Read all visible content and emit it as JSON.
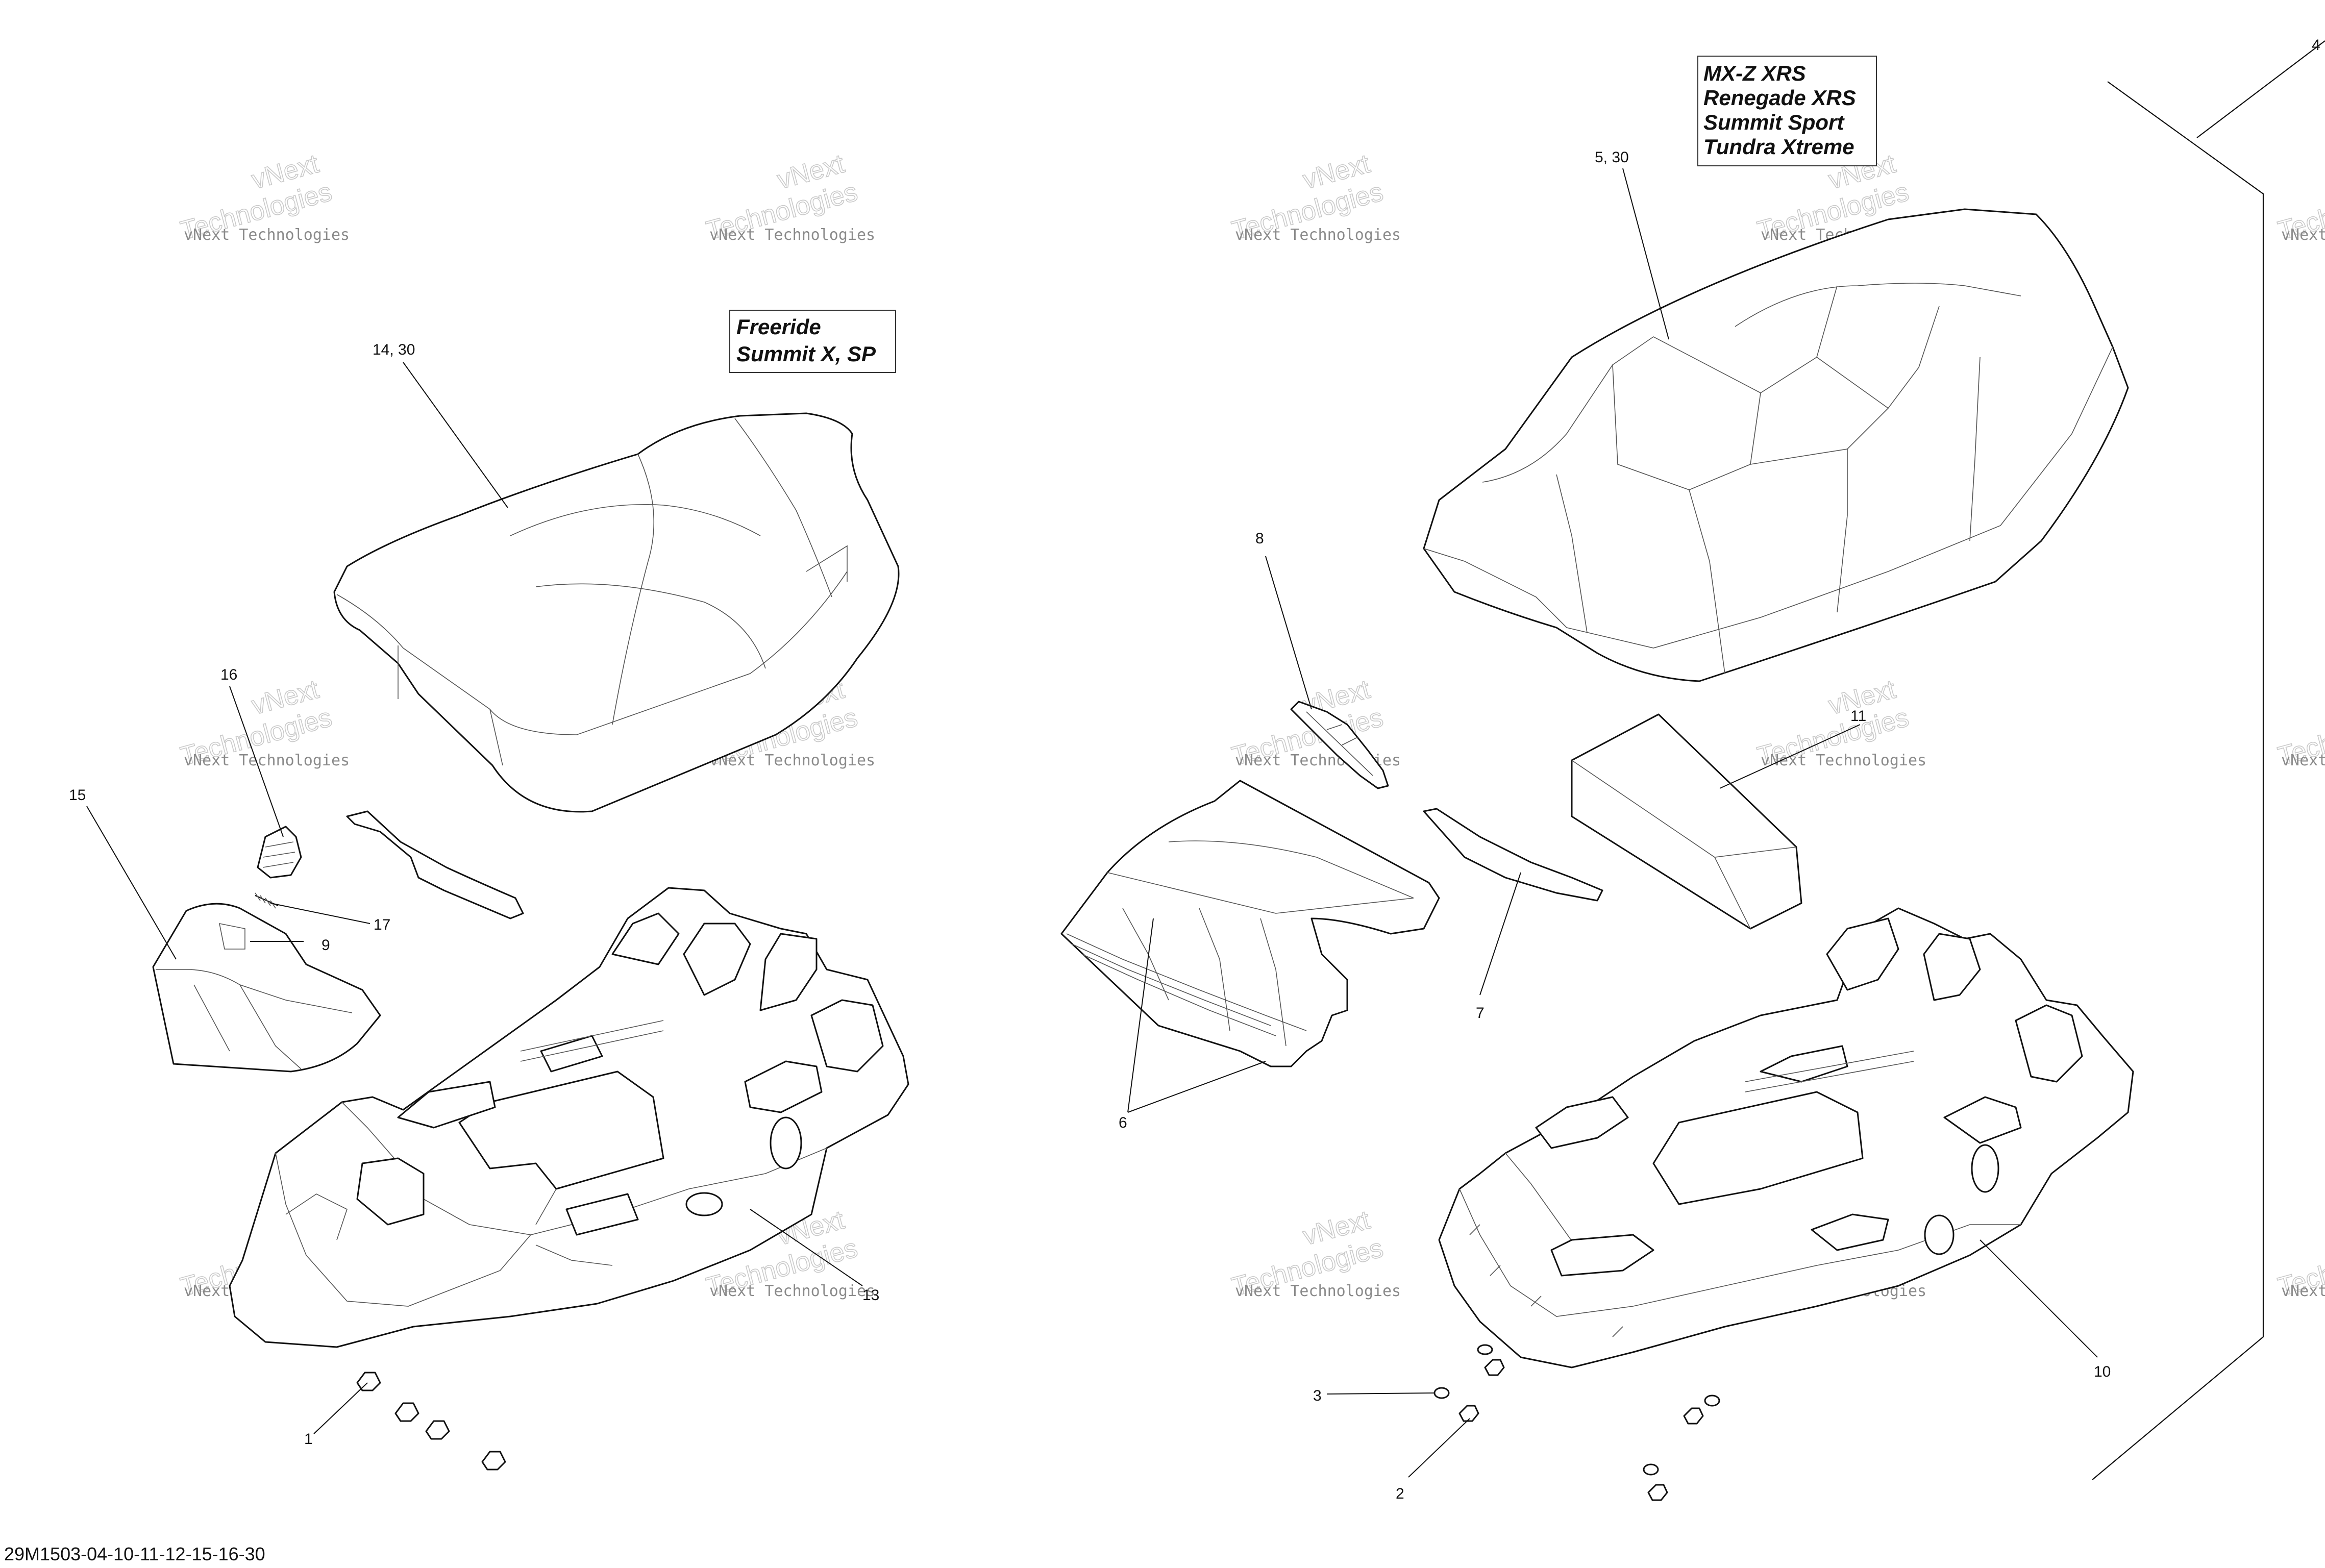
{
  "diagram_ref": "29M1503-04-10-11-12-15-16-30",
  "watermark": {
    "line1": "vNext Technologies",
    "line2": "vNext",
    "line3": "Technologies"
  },
  "model_boxes": [
    {
      "id": "freeride",
      "lines": [
        "Freeride",
        "Summit X, SP"
      ]
    },
    {
      "id": "mxz",
      "lines": [
        "MX-Z XRS",
        "Renegade XRS",
        "Summit Sport",
        "Tundra Xtreme"
      ]
    }
  ],
  "callouts": {
    "c1": "1",
    "c2": "2",
    "c3": "3",
    "c6": "6",
    "c7": "7",
    "c8": "8",
    "c9": "9",
    "c10": "10",
    "c11": "11",
    "c13": "13",
    "c14_30": "14, 30",
    "c15": "15",
    "c16": "16",
    "c17": "17",
    "c5_30": "5, 30",
    "c4": "4"
  }
}
